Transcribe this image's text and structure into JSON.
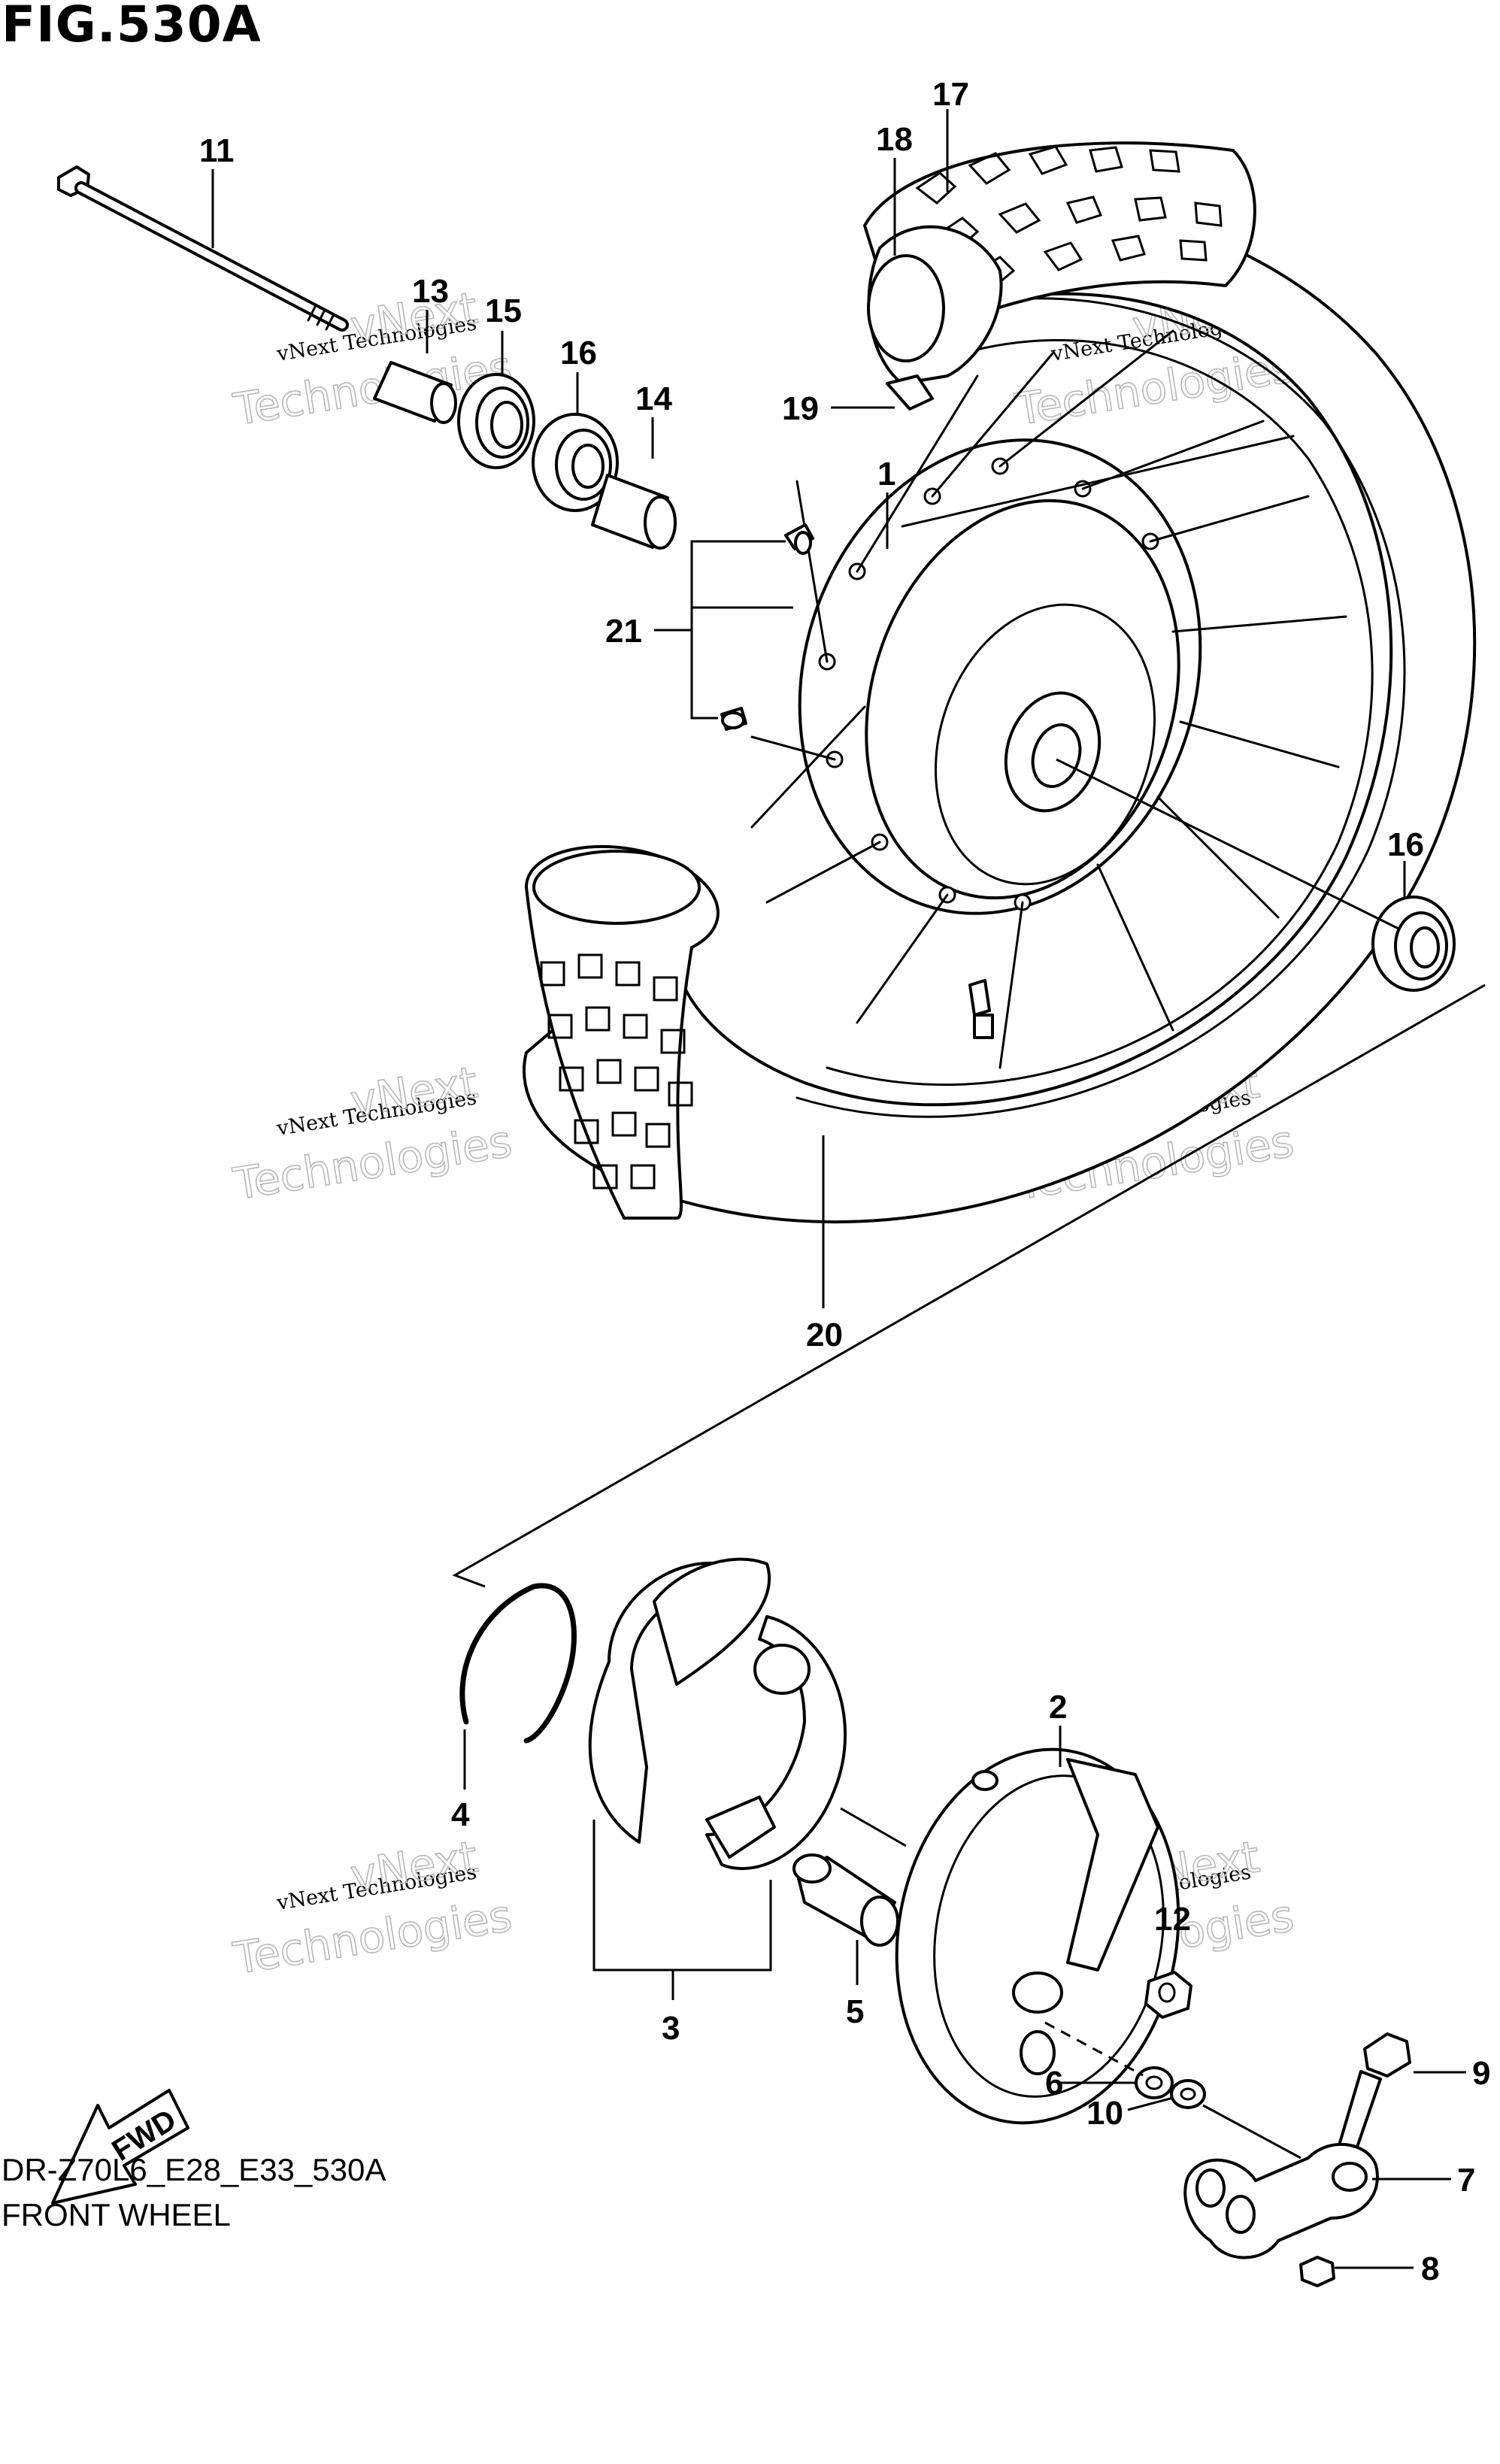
{
  "figure": {
    "title": "FIG.530A",
    "code": "DR-Z70L6_E28_E33_530A",
    "name": "FRONT WHEEL"
  },
  "callouts": {
    "c1": "1",
    "c2": "2",
    "c3": "3",
    "c4": "4",
    "c5": "5",
    "c6": "6",
    "c7": "7",
    "c8": "8",
    "c9": "9",
    "c10": "10",
    "c11": "11",
    "c12": "12",
    "c13": "13",
    "c14": "14",
    "c15": "15",
    "c16a": "16",
    "c16b": "16",
    "c17": "17",
    "c18": "18",
    "c19": "19",
    "c20": "20",
    "c21": "21"
  },
  "direction_badge": "FWD",
  "watermark": {
    "line1": "vNext Technologies",
    "brand": "vNext",
    "word": "Technologies"
  }
}
